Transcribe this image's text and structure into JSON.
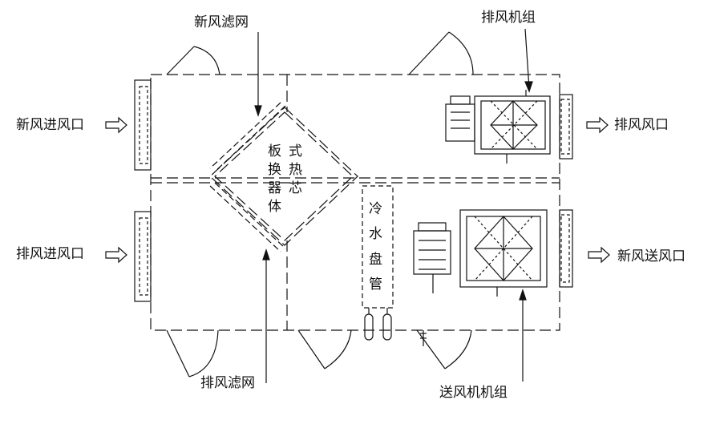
{
  "labels": {
    "fresh_air_filter": "新风滤网",
    "exhaust_unit": "排风机组",
    "fresh_air_inlet": "新风进风口",
    "exhaust_outlet": "排风风口",
    "exhaust_inlet": "排风进风口",
    "fresh_air_supply_outlet": "新风送风口",
    "exhaust_filter": "排风滤网",
    "supply_fan_unit": "送风机机组"
  },
  "heat_exchanger": {
    "col1": [
      "板",
      "换",
      "器",
      "体"
    ],
    "col2": [
      "式",
      "热",
      "芯"
    ]
  },
  "cooling_coil": [
    "冷",
    "水",
    "盘",
    "管"
  ],
  "colors": {
    "line": "#111111",
    "background": "#ffffff"
  }
}
